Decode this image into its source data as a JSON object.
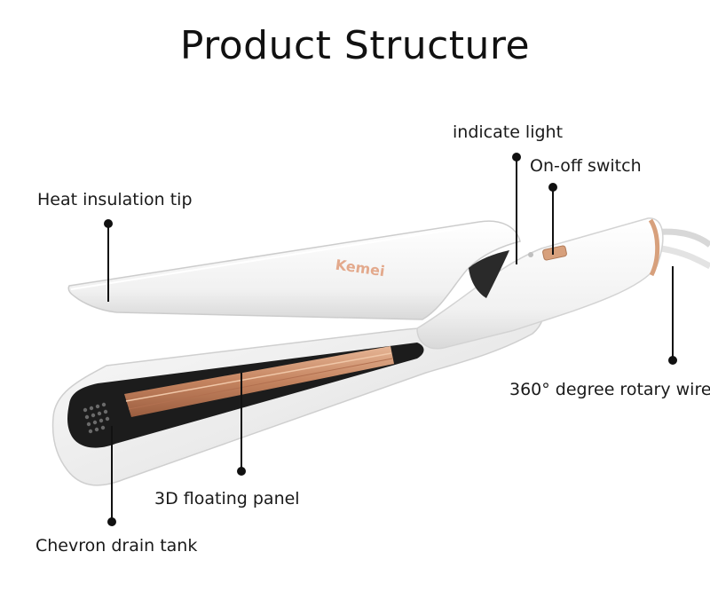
{
  "title": "Product Structure",
  "brand": "Kemei",
  "labels": {
    "indicate_light": "indicate light",
    "on_off_switch": "On-off switch",
    "heat_insulation_tip": "Heat insulation tip",
    "rotary_wire": "360° degree rotary wire",
    "floating_panel": "3D floating panel",
    "drain_tank": "Chevron drain tank"
  },
  "colors": {
    "body": "#ffffff",
    "plate": "#c98c6a",
    "accent": "#d7a07c",
    "leader": "#111111"
  }
}
